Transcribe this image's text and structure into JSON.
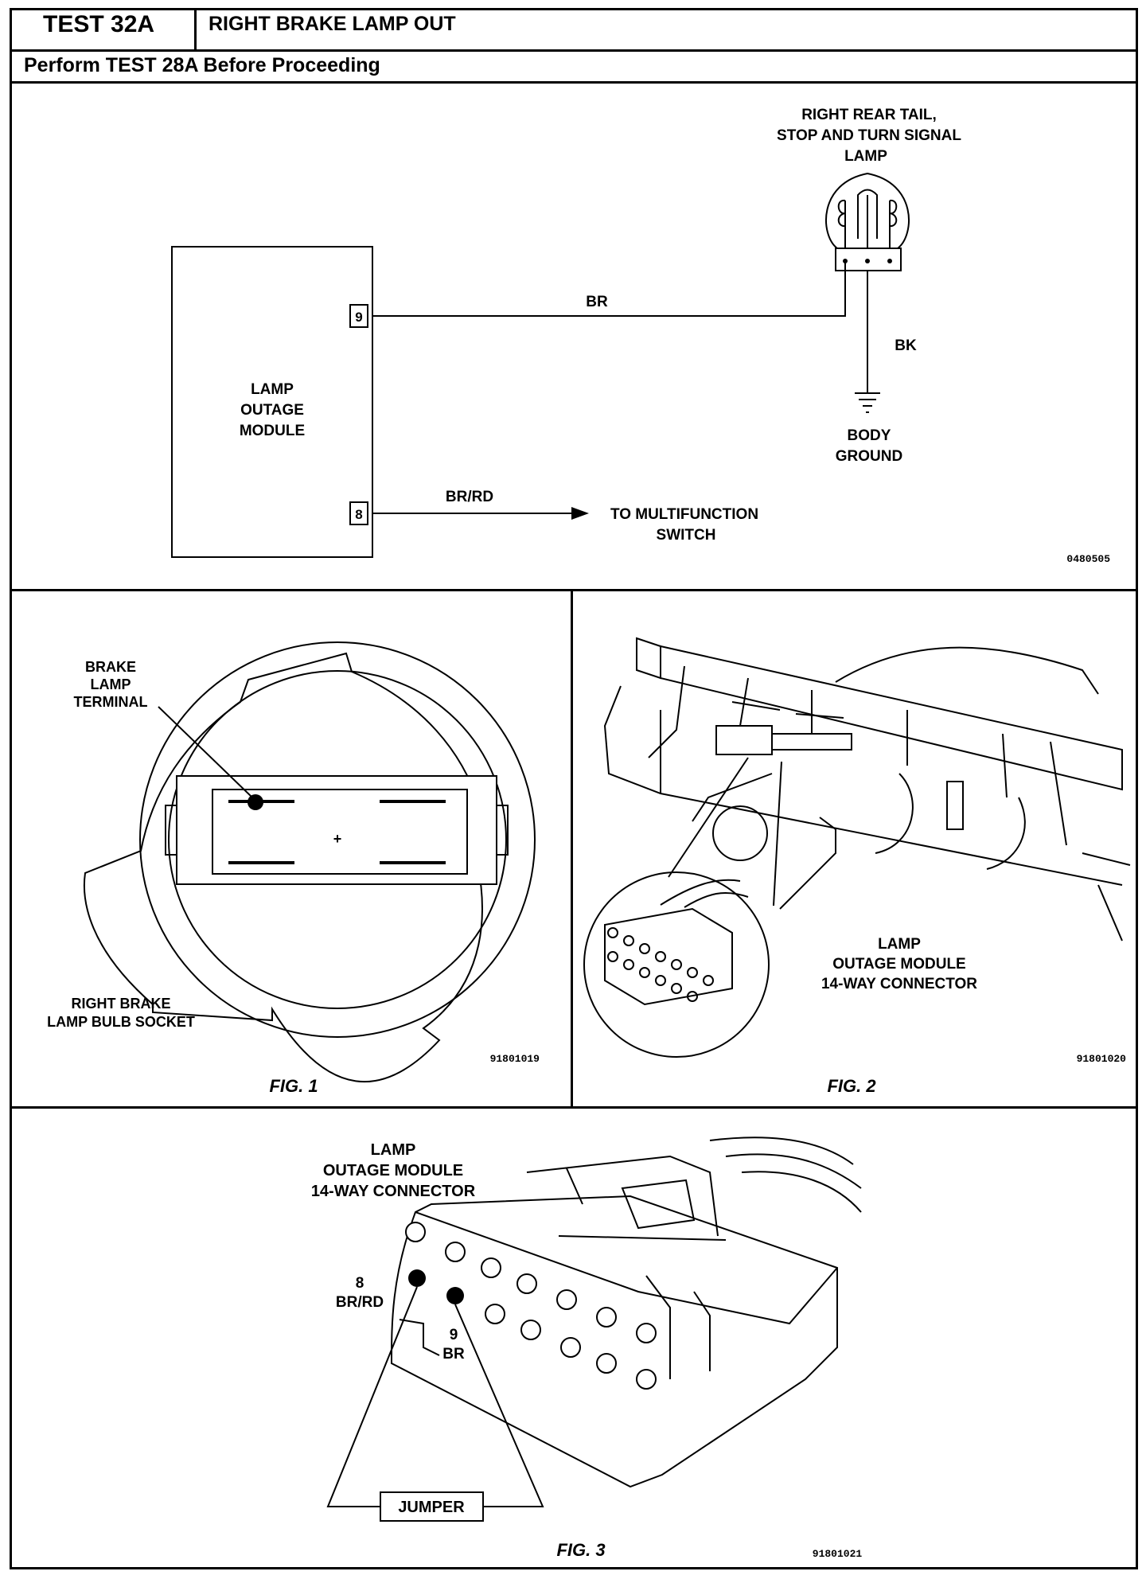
{
  "header": {
    "test_id": "TEST 32A",
    "title": "RIGHT BRAKE LAMP OUT",
    "instruction": "Perform TEST 28A Before Proceeding"
  },
  "schematic": {
    "module_label": [
      "LAMP",
      "OUTAGE",
      "MODULE"
    ],
    "pin_9": "9",
    "pin_8": "8",
    "wire_br": "BR",
    "wire_brrd": "BR/RD",
    "wire_bk": "BK",
    "lamp_label": [
      "RIGHT REAR TAIL,",
      "STOP AND TURN SIGNAL",
      "LAMP"
    ],
    "ground_label": [
      "BODY",
      "GROUND"
    ],
    "dest_label": [
      "TO MULTIFUNCTION",
      "SWITCH"
    ],
    "code": "0480505"
  },
  "fig1": {
    "terminal_label": [
      "BRAKE",
      "LAMP",
      "TERMINAL"
    ],
    "socket_label": [
      "RIGHT BRAKE",
      "LAMP BULB SOCKET"
    ],
    "code": "91801019",
    "caption": "FIG. 1"
  },
  "fig2": {
    "connector_label": [
      "LAMP",
      "OUTAGE MODULE",
      "14-WAY CONNECTOR"
    ],
    "code": "91801020",
    "caption": "FIG. 2"
  },
  "fig3": {
    "connector_label": [
      "LAMP",
      "OUTAGE MODULE",
      "14-WAY CONNECTOR"
    ],
    "pin8_num": "8",
    "pin8_color": "BR/RD",
    "pin9_num": "9",
    "pin9_color": "BR",
    "jumper": "JUMPER",
    "caption": "FIG. 3",
    "code": "91801021"
  }
}
